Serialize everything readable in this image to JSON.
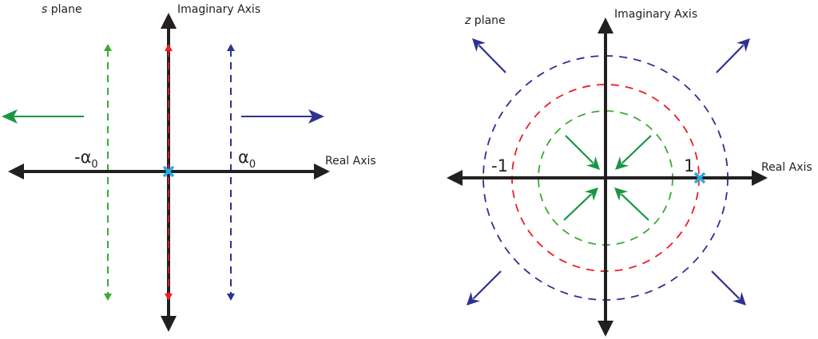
{
  "colors": {
    "axis": "#231f20",
    "green": "#1a9641",
    "green_dash": "#3aaa35",
    "red": "#ed1c24",
    "blue": "#2e3192",
    "pole": "#27aae1"
  },
  "s_plane": {
    "title_italic": "s",
    "title_rest": " plane",
    "imag_label": "Imaginary Axis",
    "real_label": "Real Axis",
    "neg_sigma_label": "-α",
    "neg_sigma_sub": "0",
    "pos_sigma_label": "α",
    "pos_sigma_sub": "0",
    "vertical_lines": [
      {
        "name": "left-half-plane-line",
        "sigma": -1,
        "color_key": "green_dash"
      },
      {
        "name": "imaginary-axis-line",
        "sigma": 0,
        "color_key": "red"
      },
      {
        "name": "right-half-plane-line",
        "sigma": 1,
        "color_key": "blue"
      }
    ],
    "horizontal_arrows": [
      {
        "name": "leftward-arrow",
        "direction": "left",
        "color_key": "green"
      },
      {
        "name": "rightward-arrow",
        "direction": "right",
        "color_key": "blue"
      }
    ],
    "pole": {
      "re": 0,
      "im": 0,
      "marker": "x"
    }
  },
  "z_plane": {
    "title_italic": "z",
    "title_rest": " plane",
    "imag_label": "Imaginary Axis",
    "real_label": "Real Axis",
    "neg_one_label": "-1",
    "one_label": "1",
    "circles": [
      {
        "name": "inner-circle",
        "radius": 0.72,
        "color_key": "green_dash"
      },
      {
        "name": "unit-circle",
        "radius": 1.0,
        "color_key": "red"
      },
      {
        "name": "outer-circle",
        "radius": 1.31,
        "color_key": "blue"
      }
    ],
    "inward_arrows_color_key": "green",
    "outward_arrows_color_key": "blue",
    "pole": {
      "re": 1,
      "im": 0,
      "marker": "x"
    }
  }
}
